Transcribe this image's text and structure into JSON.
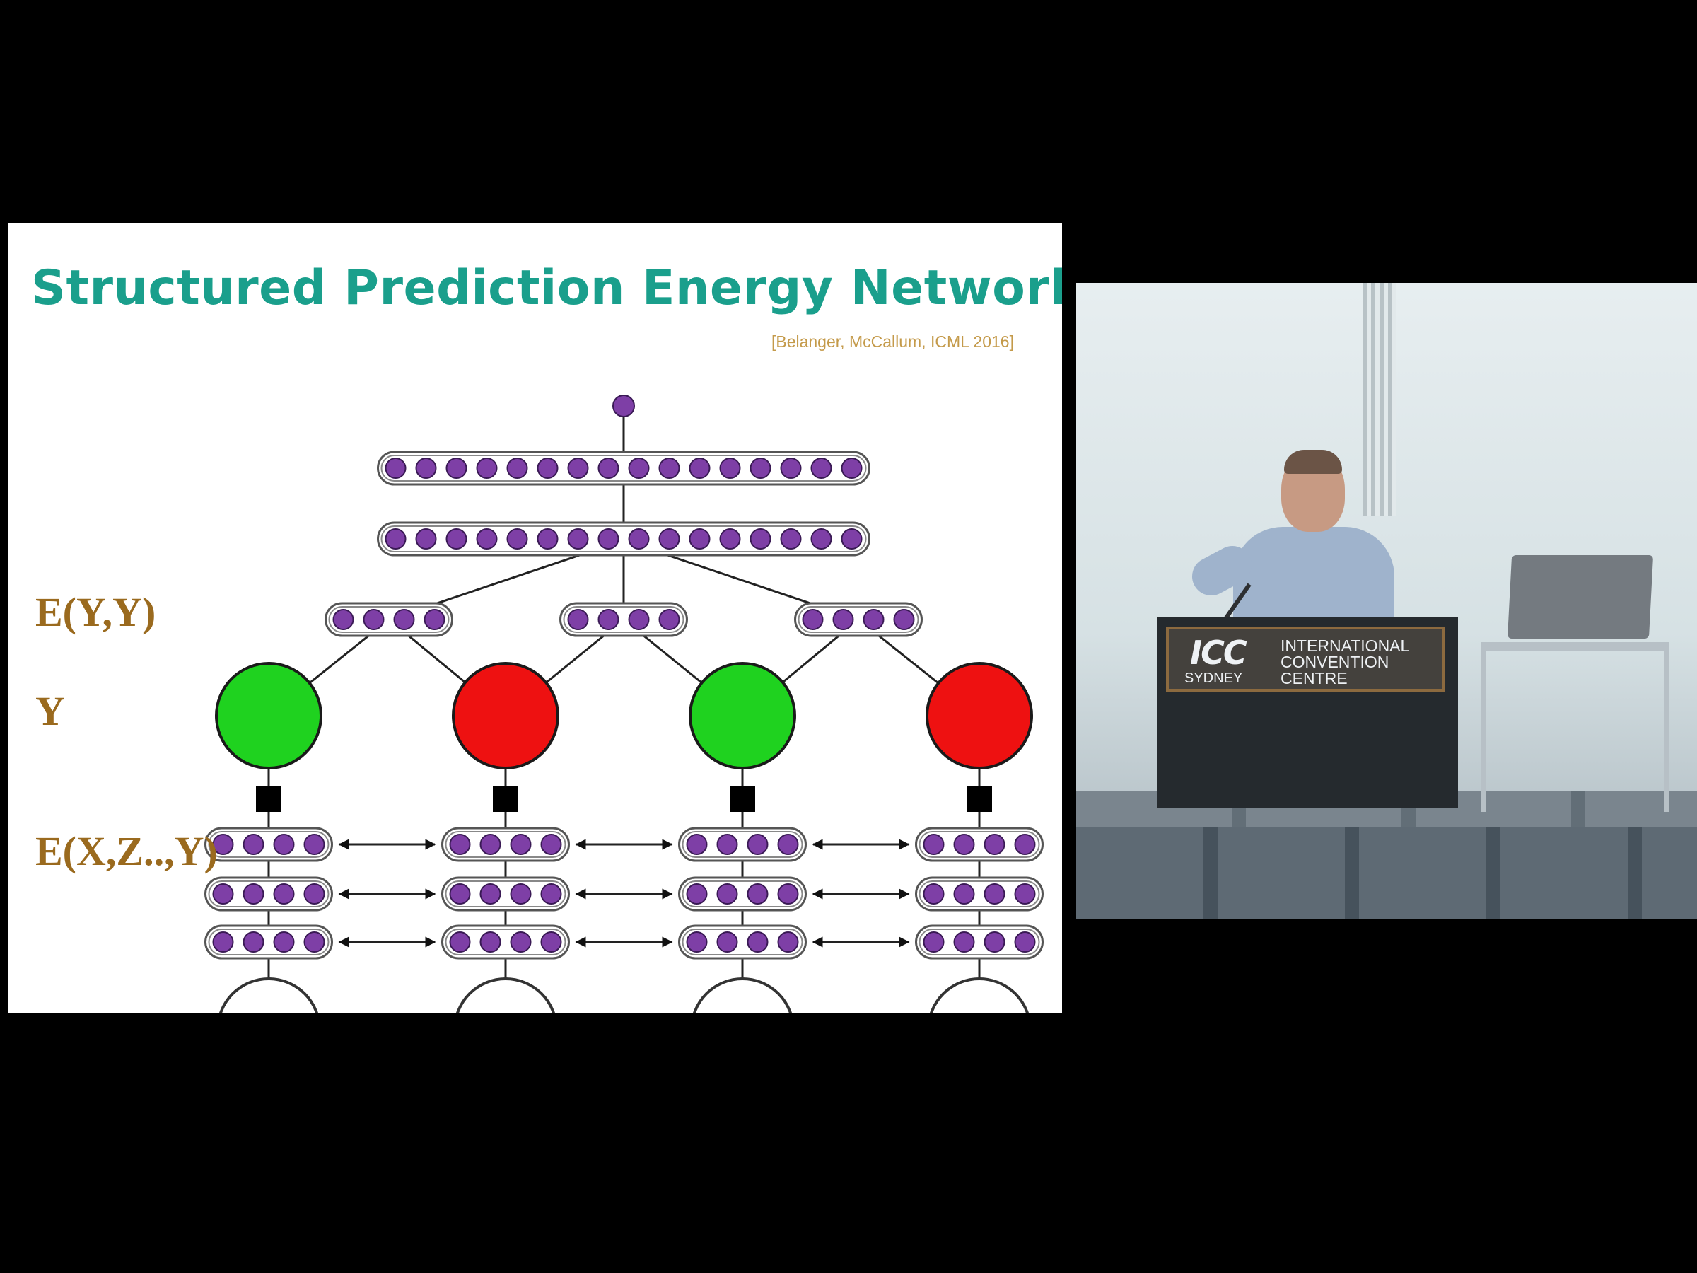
{
  "slide": {
    "title": "Structured Prediction Energy Networks",
    "citation": "[Belanger, McCallum, ICML 2016]",
    "row_labels": {
      "energy_yy": "E(Y,Y)",
      "y": "Y",
      "energy_xzy": "E(X,Z..,Y)"
    }
  },
  "colors": {
    "title": "#1a9f8c",
    "citation": "#c49a4a",
    "row_label": "#9a6a1e",
    "neuron": "#7e3fa6",
    "node_green": "#1fd21f",
    "node_red": "#ee1111",
    "background": "#000000"
  },
  "video": {
    "podium_logo": "ICC",
    "podium_city": "SYDNEY",
    "podium_name": "INTERNATIONAL\nCONVENTION\nCENTRE"
  }
}
